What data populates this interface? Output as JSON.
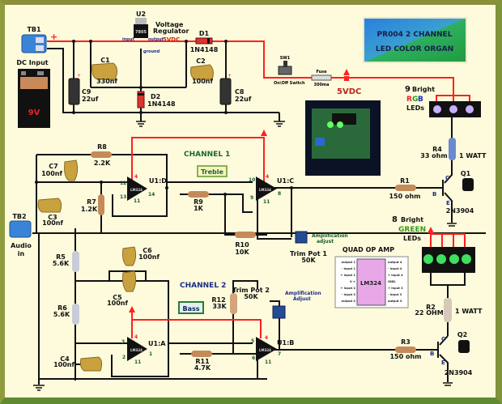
{
  "title": {
    "line1": "PR004  2 CHANNEL",
    "line2": "LED  COLOR  ORGAN"
  },
  "power": {
    "tb1": "TB1",
    "dc_input": "DC Input",
    "battery": "9V",
    "plus": "+",
    "u2": "U2",
    "regulator_label_1": "Voltage",
    "regulator_label_2": "Regulator",
    "regulator_part": "7805",
    "input": "input",
    "output": "output",
    "ground": "ground",
    "vout": "5VDC",
    "c1": {
      "name": "C1",
      "value": "330nf"
    },
    "c2": {
      "name": "C2",
      "value": "100nf"
    },
    "c9": {
      "name": "C9",
      "value": "22uf"
    },
    "c8": {
      "name": "C8",
      "value": "22uf"
    },
    "d1": {
      "name": "D1",
      "value": "1N4148"
    },
    "d2": {
      "name": "D2",
      "value": "1N4148"
    },
    "sw1": "SW1",
    "switch": "On\\Off Switch",
    "fuse": "Fuse",
    "fuse_value": "300ma",
    "rail": "5VDC"
  },
  "channel1": {
    "label": "CHANNEL 1",
    "badge": "Treble",
    "r8": {
      "name": "R8",
      "value": "2.2K"
    },
    "c7": {
      "name": "C7",
      "value": "100nf"
    },
    "c3": {
      "name": "C3",
      "value": "100nf"
    },
    "r7": {
      "name": "R7",
      "value": "1.2K"
    },
    "r9": {
      "name": "R9",
      "value": "1K"
    },
    "r10": {
      "name": "R10",
      "value": "10K"
    },
    "u1d": "U1:D",
    "u1c": "U1:C",
    "opamp": "LM324",
    "pins_d": [
      "12",
      "13",
      "14",
      "4",
      "11"
    ],
    "pins_c": [
      "10",
      "9",
      "8",
      "4",
      "11"
    ],
    "trim": {
      "name": "Trim Pot 1",
      "value": "50K",
      "note1": "Amplification",
      "note2": "adjust"
    },
    "r1": {
      "name": "R1",
      "value": "150 ohm"
    },
    "r4": {
      "name": "R4",
      "value": "33 ohm",
      "power": "1 WATT"
    },
    "q1": {
      "name": "Q1",
      "part": "2N3904"
    },
    "leds": {
      "count": "9",
      "word": "Bright",
      "r": "R",
      "g": "G",
      "b": "B",
      "tail": "LEDs"
    }
  },
  "audio": {
    "tb2": "TB2",
    "label1": "Audio",
    "label2": "in"
  },
  "channel2": {
    "label": "CHANNEL 2",
    "badge": "Bass",
    "r5": {
      "name": "R5",
      "value": "5.6K"
    },
    "r6": {
      "name": "R6",
      "value": "5.6K"
    },
    "c6": {
      "name": "C6",
      "value": "100nf"
    },
    "c5": {
      "name": "C5",
      "value": "100nf"
    },
    "c4": {
      "name": "C4",
      "value": "100nf"
    },
    "r11": {
      "name": "R11",
      "value": "4.7K"
    },
    "r12": {
      "name": "R12",
      "value": "33K"
    },
    "u1a": "U1:A",
    "u1b": "U1:B",
    "opamp": "LM324",
    "pins_a": [
      "3",
      "2",
      "1",
      "4",
      "11"
    ],
    "pins_b": [
      "5",
      "6",
      "7",
      "4",
      "11"
    ],
    "trim": {
      "name": "Trim Pot 2",
      "value": "50K",
      "note1": "Amplification",
      "note2": "Adjust"
    },
    "r3": {
      "name": "R3",
      "value": "150 ohm"
    },
    "r2": {
      "name": "R2",
      "value": "22 OHM",
      "power": "1 WATT"
    },
    "q2": {
      "name": "Q2",
      "part": "2N3904"
    },
    "leds": {
      "count": "8",
      "word": "Bright",
      "color": "GREEN",
      "tail": "LEDs"
    }
  },
  "quad": {
    "title": "QUAD OP AMP",
    "chip": "LM324",
    "left_pins": [
      "output 1",
      "- input 1",
      "+ input 1",
      "V +",
      "+ input 2",
      "- input 2",
      "output 2"
    ],
    "right_pins": [
      "output 4",
      "- input 4",
      "+ input 4",
      "GND.",
      "+ input 3",
      "- input 3",
      "output 3"
    ]
  },
  "transistor_pins": {
    "b": "B",
    "c": "C",
    "e": "E"
  },
  "colors": {
    "wire": "#111111",
    "supply": "#ff1f1f",
    "channel_text": "#1a6a2a",
    "channel2_text": "#1b2c8a",
    "bg": "#fdfbdc"
  }
}
